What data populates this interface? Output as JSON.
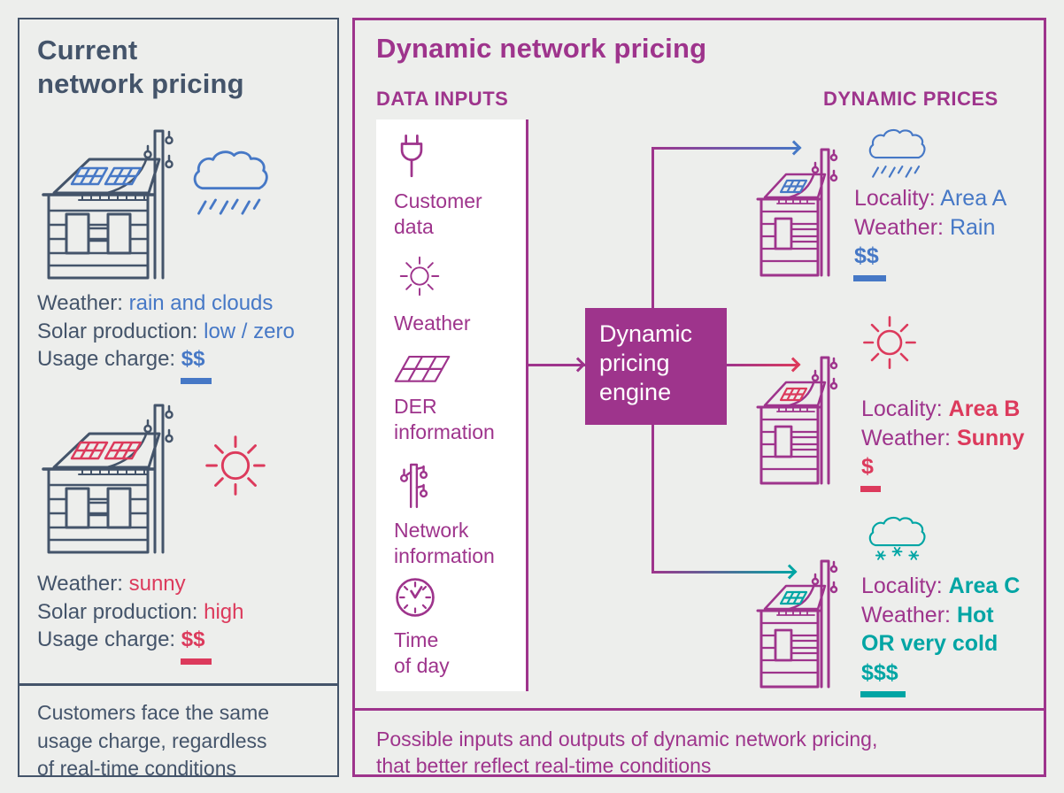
{
  "colors": {
    "bg": "#EDEEEC",
    "slate": "#44546A",
    "blue": "#4678C6",
    "red": "#DC3A5C",
    "purple": "#9E348C",
    "teal": "#00A5A4",
    "white": "#FFFFFF"
  },
  "left_panel": {
    "title": "Current\nnetwork pricing",
    "scenarios": [
      {
        "house_icon": "house-with-solar-panels-icon",
        "weather_icon": "rain-cloud-icon",
        "weather_label": "Weather:",
        "weather_value": "rain and clouds",
        "solar_label": "Solar production:",
        "solar_value": "low / zero",
        "usage_label": "Usage charge:",
        "usage_value": "$$"
      },
      {
        "house_icon": "house-with-solar-panels-icon",
        "weather_icon": "sun-icon",
        "weather_label": "Weather:",
        "weather_value": "sunny",
        "solar_label": "Solar production:",
        "solar_value": "high",
        "usage_label": "Usage charge:",
        "usage_value": "$$"
      }
    ],
    "caption": "Customers face the same\nusage charge, regardless\nof real-time conditions"
  },
  "right_panel": {
    "title": "Dynamic network pricing",
    "inputs_header": "DATA INPUTS",
    "prices_header": "DYNAMIC PRICES",
    "inputs": [
      {
        "icon": "plug-icon",
        "label": "Customer\ndata"
      },
      {
        "icon": "sun-icon",
        "label": "Weather"
      },
      {
        "icon": "solar-panel-icon",
        "label": "DER\ninformation"
      },
      {
        "icon": "power-pole-icon",
        "label": "Network\ninformation"
      },
      {
        "icon": "clock-icon",
        "label": "Time\nof day"
      }
    ],
    "engine_label": "Dynamic\npricing\nengine",
    "outputs": [
      {
        "house_icon": "house-with-solar-panels-icon",
        "weather_icon": "rain-cloud-icon",
        "locality_label": "Locality:",
        "locality_value": "Area A",
        "weather_label": "Weather:",
        "weather_value": "Rain",
        "price": "$$"
      },
      {
        "house_icon": "house-with-solar-panels-icon",
        "weather_icon": "sun-icon",
        "locality_label": "Locality:",
        "locality_value": "Area B",
        "weather_label": "Weather:",
        "weather_value": "Sunny",
        "price": "$"
      },
      {
        "house_icon": "house-with-solar-panels-icon",
        "weather_icon": "snow-cloud-icon",
        "locality_label": "Locality:",
        "locality_value": "Area C",
        "weather_label": "Weather:",
        "weather_value": "Hot\nOR very cold",
        "price": "$$$"
      }
    ],
    "caption": "Possible inputs and outputs of dynamic network pricing,\nthat better reflect real-time conditions"
  }
}
